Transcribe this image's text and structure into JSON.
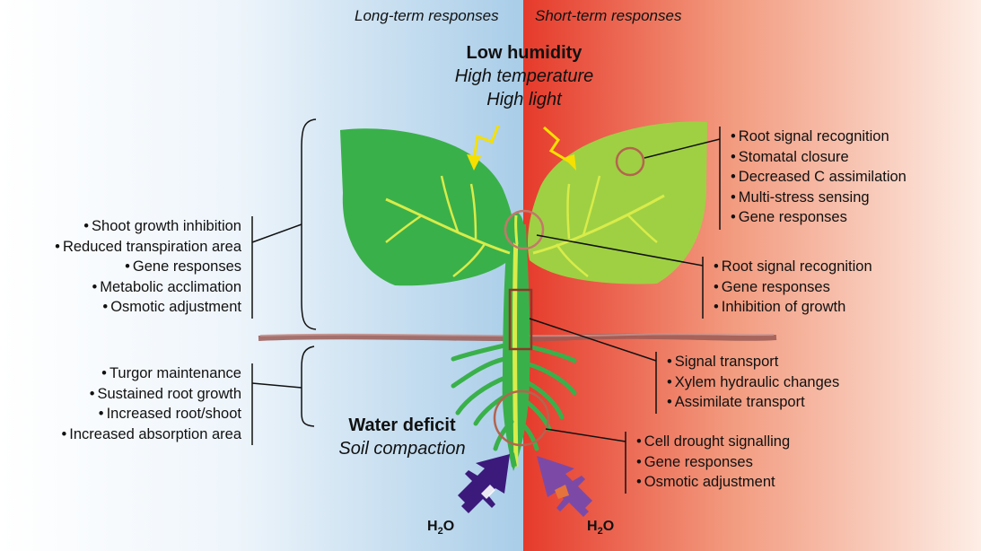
{
  "headers": {
    "long_term": "Long-term responses",
    "short_term": "Short-term responses"
  },
  "top_stress": {
    "line1": "Low humidity",
    "line2": "High temperature",
    "line3": "High light"
  },
  "bottom_stress": {
    "line1": "Water deficit",
    "line2": "Soil compaction"
  },
  "left_shoot_items": [
    "Shoot growth inhibition",
    "Reduced transpiration area",
    "Gene responses",
    "Metabolic acclimation",
    "Osmotic adjustment"
  ],
  "left_root_items": [
    "Turgor maintenance",
    "Sustained root growth",
    "Increased root/shoot",
    "Increased absorption area"
  ],
  "right_leaf_items": [
    "Root signal recognition",
    "Stomatal closure",
    "Decreased C assimilation",
    "Multi-stress sensing",
    "Gene responses"
  ],
  "right_apex_items": [
    "Root signal recognition",
    "Gene responses",
    "Inhibition of growth"
  ],
  "right_stem_items": [
    "Signal transport",
    "Xylem hydraulic changes",
    "Assimilate transport"
  ],
  "right_root_items": [
    "Cell drought signalling",
    "Gene responses",
    "Osmotic adjustment"
  ],
  "water": {
    "symbol": "H",
    "subscript": "2",
    "element": "O"
  },
  "colors": {
    "left_panel_start": "#ffffff",
    "left_panel_end": "#a9cde8",
    "right_panel_start": "#e63a2b",
    "right_panel_end": "#fbe3d8",
    "leaf_dark": "#3ab04a",
    "leaf_light": "#9fd043",
    "vein": "#d8ec4a",
    "arrow_dark": "#3b1a7c",
    "arrow_light": "#7c4aa6",
    "sun_arrow": "#f5e000",
    "circle": "#b4644e"
  }
}
